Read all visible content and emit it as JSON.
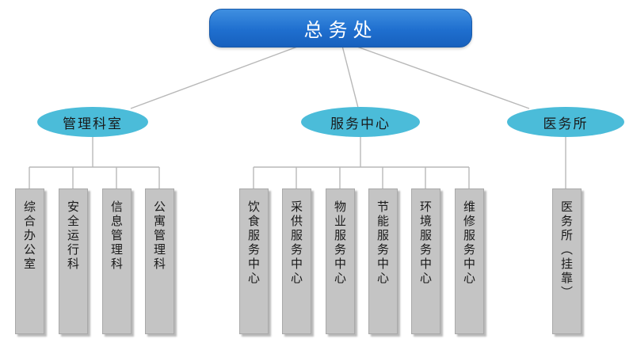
{
  "org": {
    "title": "总务处",
    "departments": [
      {
        "label": "管理科室",
        "units": [
          "综合办公室",
          "安全运行科",
          "信息管理科",
          "公寓管理科"
        ]
      },
      {
        "label": "服务中心",
        "units": [
          "饮食服务中心",
          "采供服务中心",
          "物业服务中心",
          "节能服务中心",
          "环境服务中心",
          "维修服务中心"
        ]
      },
      {
        "label": "医务所",
        "units": [
          "医务所（挂靠）"
        ]
      }
    ]
  },
  "colors": {
    "root_fill": "#1f6fcf",
    "department_fill": "#4bbcd9",
    "unit_fill": "#c4c4c4",
    "connector": "#b8b8b8"
  }
}
